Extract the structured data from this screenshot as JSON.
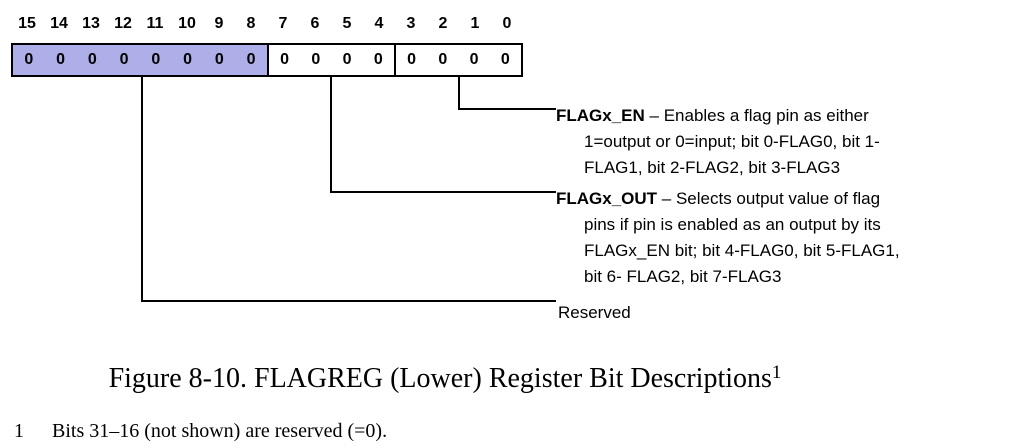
{
  "figure": {
    "colors": {
      "field_fill": "#aeaee8",
      "line": "#000000",
      "text": "#000000"
    },
    "bit_numbers": [
      "15",
      "14",
      "13",
      "12",
      "11",
      "10",
      "9",
      "8",
      "7",
      "6",
      "5",
      "4",
      "3",
      "2",
      "1",
      "0"
    ],
    "cell_values": [
      "0",
      "0",
      "0",
      "0",
      "0",
      "0",
      "0",
      "0",
      "0",
      "0",
      "0",
      "0",
      "0",
      "0",
      "0",
      "0"
    ],
    "annotations": [
      {
        "term": "FLAGx_EN",
        "first_line": " – Enables a flag pin as either",
        "lines": [
          "1=output or 0=input; bit 0-FLAG0, bit 1-",
          "FLAG1, bit 2-FLAG2, bit 3-FLAG3"
        ]
      },
      {
        "term": "FLAGx_OUT",
        "first_line": " – Selects output value of flag",
        "lines": [
          "pins if pin is enabled as an output by its",
          "FLAGx_EN bit; bit 4-FLAG0, bit 5-FLAG1,",
          "bit 6- FLAG2, bit 7-FLAG3"
        ]
      },
      {
        "term": "",
        "first_line": "Reserved",
        "lines": []
      }
    ],
    "caption": {
      "text": "Figure 8-10. FLAGREG (Lower) Register Bit Descriptions",
      "superscript": "1"
    },
    "footnote": {
      "number": "1",
      "text": "Bits 31–16 (not shown) are reserved (=0)."
    }
  }
}
